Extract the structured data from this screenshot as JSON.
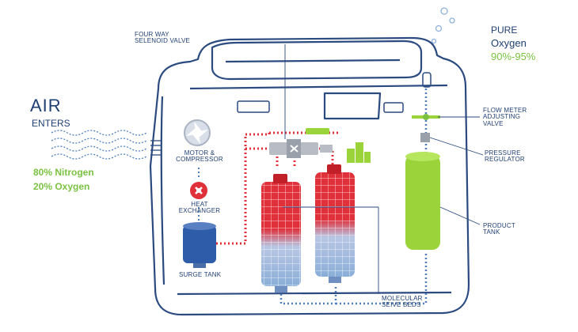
{
  "air": {
    "title": "AIR",
    "subtitle": "ENTERS",
    "nitrogen": "80% Nitrogen",
    "oxygen": "20% Oxygen"
  },
  "output": {
    "title": "PURE",
    "gas": "Oxygen",
    "range": "90%-95%"
  },
  "labels": {
    "valve": [
      "FOUR WAY",
      "SELENOID VALVE"
    ],
    "motor": [
      "MOTOR &",
      "COMPRESSOR"
    ],
    "heat": [
      "HEAT",
      "EXCHANGER"
    ],
    "surge": "SURGE TANK",
    "flow": [
      "FLOW METER",
      "ADJUSTING",
      "VALVE"
    ],
    "pressure": [
      "PRESSURE",
      "REGULATOR"
    ],
    "product": [
      "PRODUCT",
      "TANK"
    ],
    "beds": [
      "MOLECULAR",
      "SEIVE BEDS"
    ]
  },
  "colors": {
    "navy": "#1f3f73",
    "red": "#e0303a",
    "blue": "#8aaed8",
    "green": "#9ad43a",
    "outline": "#2a4a80"
  }
}
